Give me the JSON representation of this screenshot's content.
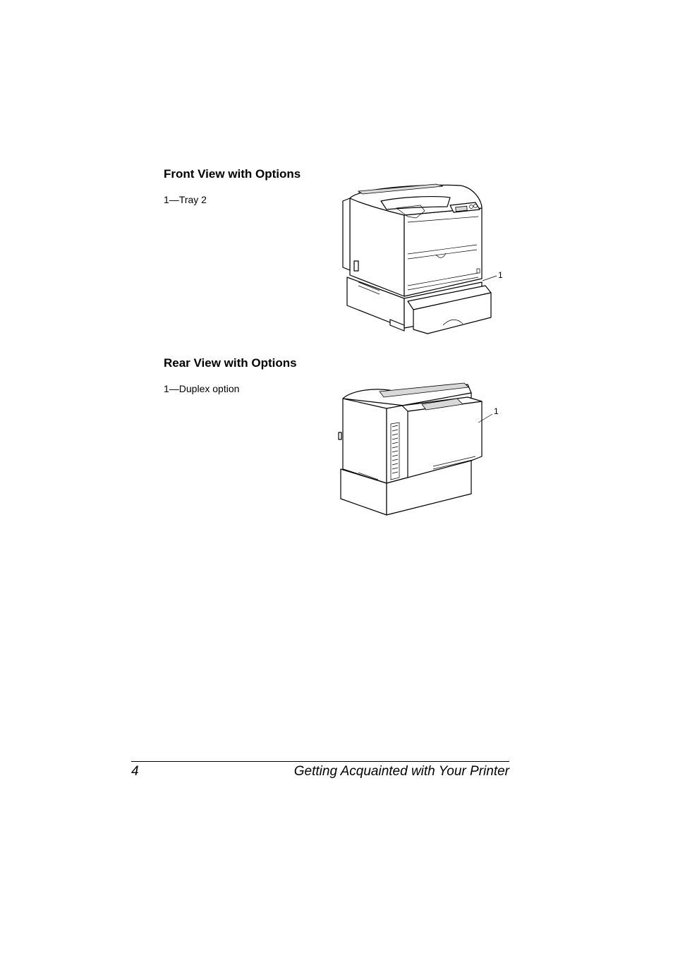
{
  "sections": [
    {
      "heading": "Front View with Options",
      "caption": "1—Tray 2",
      "callout": "1"
    },
    {
      "heading": "Rear View with Options",
      "caption": "1—Duplex option",
      "callout": "1"
    }
  ],
  "footer": {
    "page_number": "4",
    "title": "Getting Acquainted with Your Printer"
  }
}
